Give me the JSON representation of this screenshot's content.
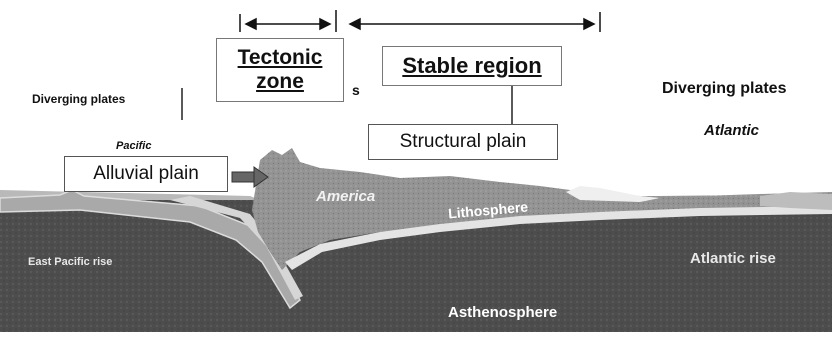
{
  "labels": {
    "diverging_left": "Diverging plates",
    "pacific": "Pacific",
    "diverging_right": "Diverging plates",
    "atlantic": "Atlantic",
    "america": "America",
    "lithosphere": "Lithosphere",
    "east_pacific_rise": "East Pacific rise",
    "atlantic_rise": "Atlantic rise",
    "asthenosphere": "Asthenosphere",
    "partial_s": "s"
  },
  "boxes": {
    "tectonic_line1": "Tectonic",
    "tectonic_line2": "zone",
    "stable_region": "Stable region",
    "structural_plain": "Structural plain",
    "alluvial_plain": "Alluvial plain"
  },
  "colors": {
    "mantle": "#4a4a4a",
    "crust": "#8a8a8a",
    "mountain": "#9c9c9c",
    "box_border": "#555555"
  }
}
